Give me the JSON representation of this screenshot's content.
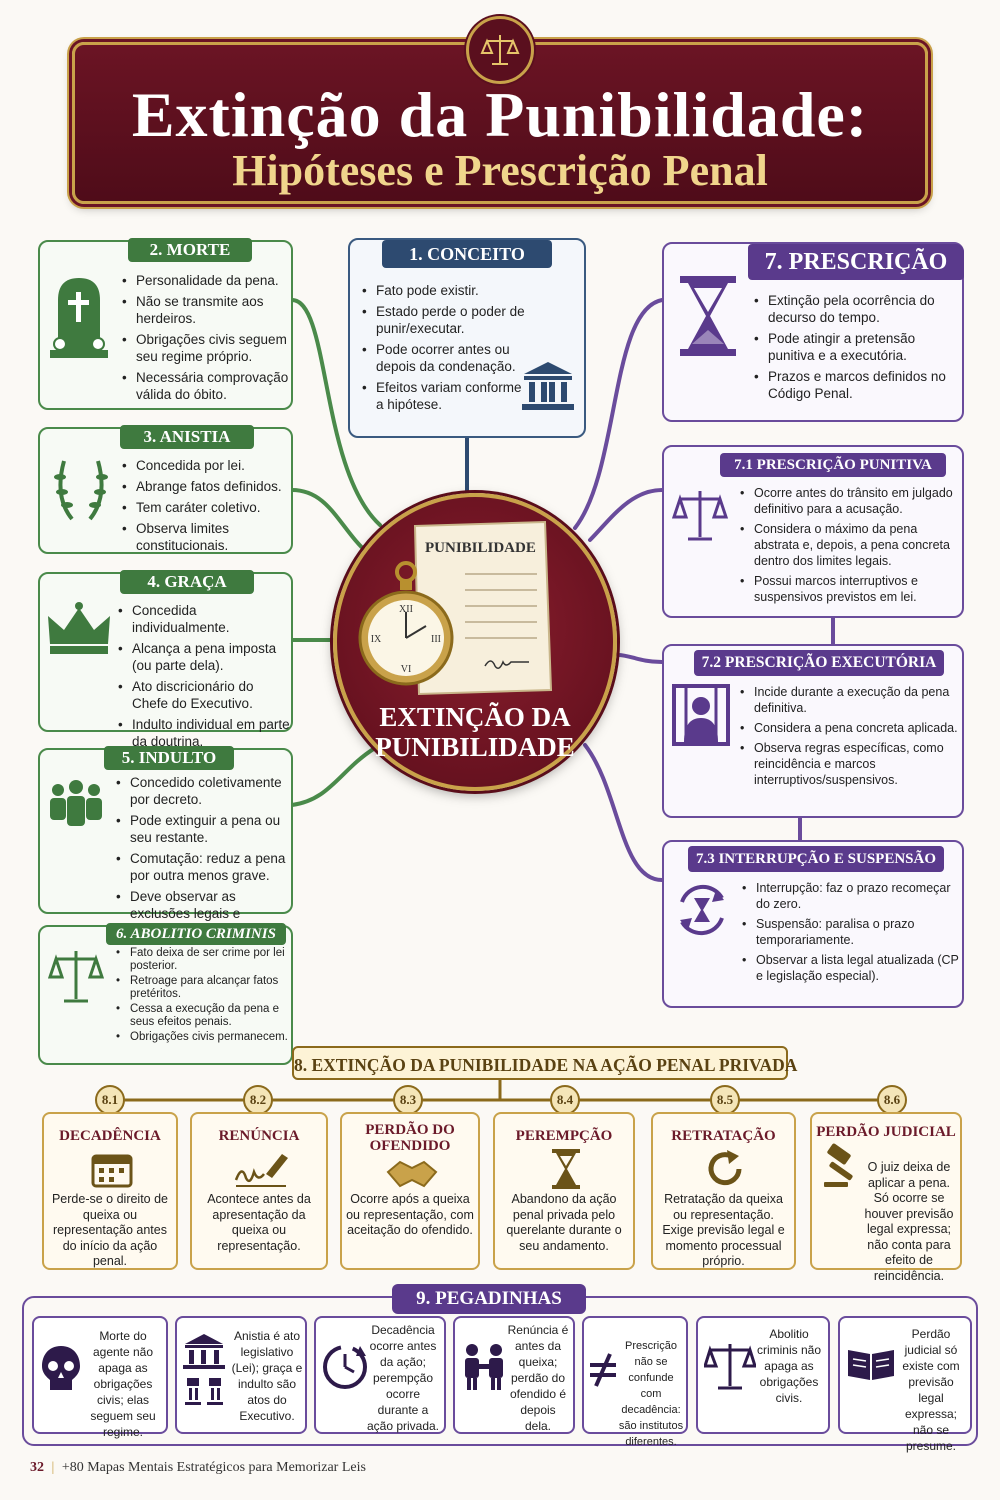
{
  "header": {
    "title": "Extinção da Punibilidade:",
    "subtitle": "Hipóteses e Prescrição Penal"
  },
  "center": {
    "doc_label": "PUNIBILIDADE",
    "title_line1": "EXTINÇÃO DA",
    "title_line2": "PUNIBILIDADE"
  },
  "sections": {
    "conceito": {
      "label": "1. CONCEITO",
      "items": [
        "Fato pode existir.",
        "Estado perde o poder de punir/executar.",
        "Pode ocorrer antes ou depois da condenação.",
        "Efeitos variam conforme a hipótese."
      ]
    },
    "morte": {
      "label": "2. MORTE",
      "items": [
        "Personalidade da pena.",
        "Não se transmite aos herdeiros.",
        "Obrigações civis seguem seu regime próprio.",
        "Necessária comprovação válida do óbito."
      ]
    },
    "anistia": {
      "label": "3. ANISTIA",
      "items": [
        "Concedida por lei.",
        "Abrange fatos definidos.",
        "Tem caráter coletivo.",
        "Observa limites constitucionais."
      ]
    },
    "graca": {
      "label": "4. GRAÇA",
      "items": [
        "Concedida individualmente.",
        "Alcança a pena imposta (ou parte dela).",
        "Ato discricionário do Chefe do Executivo.",
        "Indulto individual em parte da doutrina."
      ]
    },
    "indulto": {
      "label": "5. INDULTO",
      "items": [
        "Concedido coletivamente por decreto.",
        "Pode extinguir a pena ou seu restante.",
        "Comutação: reduz a pena por outra menos grave.",
        "Deve observar as exclusões legais e constitucionais."
      ]
    },
    "abolitio": {
      "label": "6. ABOLITIO CRIMINIS",
      "items": [
        "Fato deixa de ser crime por lei posterior.",
        "Retroage para alcançar fatos pretéritos.",
        "Cessa a execução da pena e seus efeitos penais.",
        "Obrigações civis permanecem."
      ]
    },
    "prescricao": {
      "label": "7. PRESCRIÇÃO",
      "items": [
        "Extinção pela ocorrência do decurso do tempo.",
        "Pode atingir a pretensão punitiva e a executória.",
        "Prazos e marcos definidos no Código Penal."
      ]
    },
    "punitiva": {
      "label": "7.1 PRESCRIÇÃO PUNITIVA",
      "items": [
        "Ocorre antes do trânsito em julgado definitivo para a acusação.",
        "Considera o máximo da pena abstrata e, depois, a pena concreta dentro dos limites legais.",
        "Possui marcos interruptivos e suspensivos previstos em lei."
      ]
    },
    "executoria": {
      "label": "7.2 PRESCRIÇÃO EXECUTÓRIA",
      "items": [
        "Incide durante a execução da pena definitiva.",
        "Considera a pena concreta aplicada.",
        "Observa regras específicas, como reincidência e marcos interruptivos/suspensivos."
      ]
    },
    "interrupcao": {
      "label": "7.3 INTERRUPÇÃO E SUSPENSÃO",
      "items": [
        "Interrupção: faz o prazo recomeçar do zero.",
        "Suspensão: paralisa o prazo temporariamente.",
        "Observar a lista legal atualizada (CP e legislação especial)."
      ]
    }
  },
  "acao_privada": {
    "label": "8. EXTINÇÃO DA PUNIBILIDADE NA AÇÃO PENAL PRIVADA",
    "cards": [
      {
        "num": "8.1",
        "title": "DECADÊNCIA",
        "text": "Perde-se o direito de queixa ou representação antes do início da ação penal."
      },
      {
        "num": "8.2",
        "title": "RENÚNCIA",
        "text": "Acontece antes da apresentação da queixa ou representação."
      },
      {
        "num": "8.3",
        "title": "PERDÃO DO OFENDIDO",
        "text": "Ocorre após a queixa ou representação, com aceitação do ofendido."
      },
      {
        "num": "8.4",
        "title": "PEREMPÇÃO",
        "text": "Abandono da ação penal privada pelo querelante durante o seu andamento."
      },
      {
        "num": "8.5",
        "title": "RETRATAÇÃO",
        "text": "Retratação da queixa ou representação. Exige previsão legal e momento processual próprio."
      },
      {
        "num": "8.6",
        "title": "PERDÃO JUDICIAL",
        "text": "O juiz deixa de aplicar a pena. Só ocorre se houver previsão legal expressa; não conta para efeito de reincidência."
      }
    ]
  },
  "pegadinhas": {
    "label": "9. PEGADINHAS",
    "cards": [
      {
        "icon": "skull-icon",
        "text": "Morte do agente não apaga as obrigações civis; elas seguem seu regime."
      },
      {
        "icon": "building-icon",
        "text": "Anistia é ato legislativo (Lei); graça e indulto são atos do Executivo."
      },
      {
        "icon": "clock-cycle-icon",
        "text": "Decadência ocorre antes da ação; perempção ocorre durante a ação privada."
      },
      {
        "icon": "handshake-people-icon",
        "text": "Renúncia é antes da queixa; perdão do ofendido é depois dela."
      },
      {
        "icon": "not-equal-icon",
        "text": "Prescrição não se confunde com decadência: são institutos diferentes."
      },
      {
        "icon": "scales-icon",
        "text": "Abolitio criminis não apaga as obrigações civis."
      },
      {
        "icon": "book-icon",
        "text": "Perdão judicial só existe com previsão legal expressa; não se presume."
      }
    ]
  },
  "footer": {
    "page": "32",
    "separator": "|",
    "text": "+80 Mapas Mentais Estratégicos para Memorizar Leis"
  },
  "colors": {
    "burgundy": "#5a0d1a",
    "gold": "#c9a24a",
    "green": "#3f7a3f",
    "navy": "#2d4a70",
    "purple": "#5a3a8c"
  }
}
